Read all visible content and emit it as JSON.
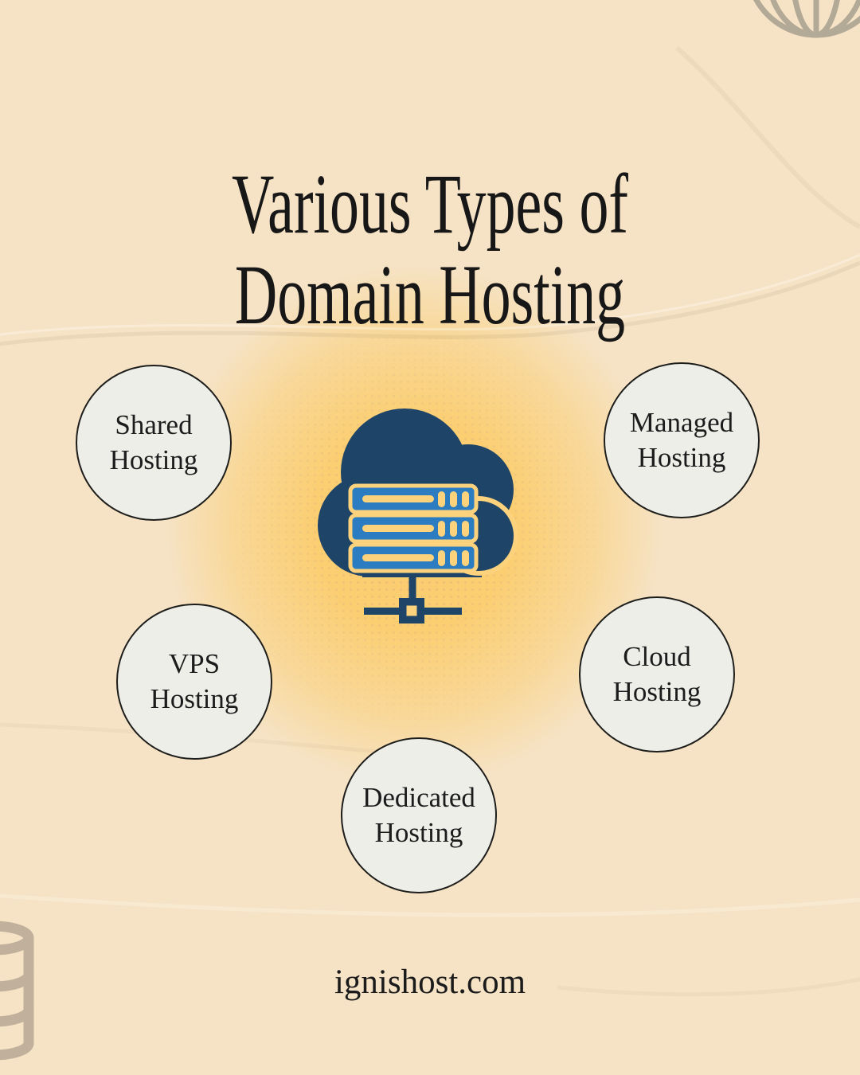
{
  "title": {
    "line1": "Various Types of",
    "line2": "Domain Hosting"
  },
  "nodes": [
    {
      "id": "shared",
      "line1": "Shared",
      "line2": "Hosting"
    },
    {
      "id": "managed",
      "line1": "Managed",
      "line2": "Hosting"
    },
    {
      "id": "vps",
      "line1": "VPS",
      "line2": "Hosting"
    },
    {
      "id": "cloud",
      "line1": "Cloud",
      "line2": "Hosting"
    },
    {
      "id": "dedicated",
      "line1": "Dedicated",
      "line2": "Hosting"
    }
  ],
  "footer": {
    "website": "ignishost.com"
  },
  "icons": {
    "center": "cloud-server-network-icon",
    "top_right": "globe-wireframe-icon",
    "bottom_left": "database-stack-icon"
  },
  "colors": {
    "background": "#f6e3c5",
    "glow": "#fbce72",
    "circle_fill": "#edeee8",
    "circle_border": "#1d1d1b",
    "text": "#171717",
    "cloud_navy": "#1e4468",
    "server_blue": "#2b7cc1",
    "icon_cutout_yellow": "#fcd27d",
    "decoration_gray": "#a89f90"
  }
}
